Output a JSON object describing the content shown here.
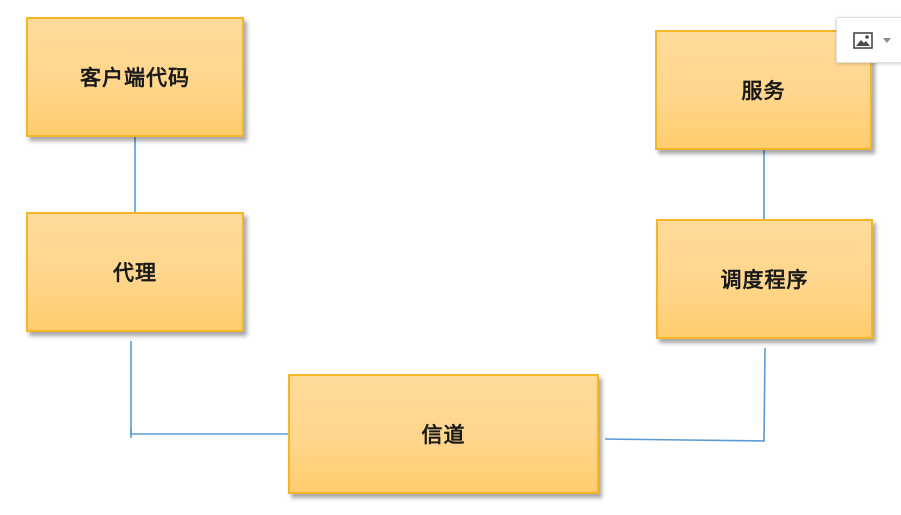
{
  "diagram": {
    "nodes": {
      "client_code": {
        "label": "客户端代码"
      },
      "proxy": {
        "label": "代理"
      },
      "channel": {
        "label": "信道"
      },
      "service": {
        "label": "服务"
      },
      "dispatcher": {
        "label": "调度程序"
      }
    },
    "edges": [
      {
        "from": "client_code",
        "to": "proxy"
      },
      {
        "from": "proxy",
        "to": "channel"
      },
      {
        "from": "channel",
        "to": "dispatcher"
      },
      {
        "from": "dispatcher",
        "to": "service"
      }
    ],
    "colors": {
      "box_fill": "#ffd68c",
      "box_border": "#f4b526",
      "connector": "#5b9bd5"
    }
  },
  "toolbar": {
    "image_button_icon": "image-icon",
    "dropdown_icon": "caret-down-icon"
  }
}
